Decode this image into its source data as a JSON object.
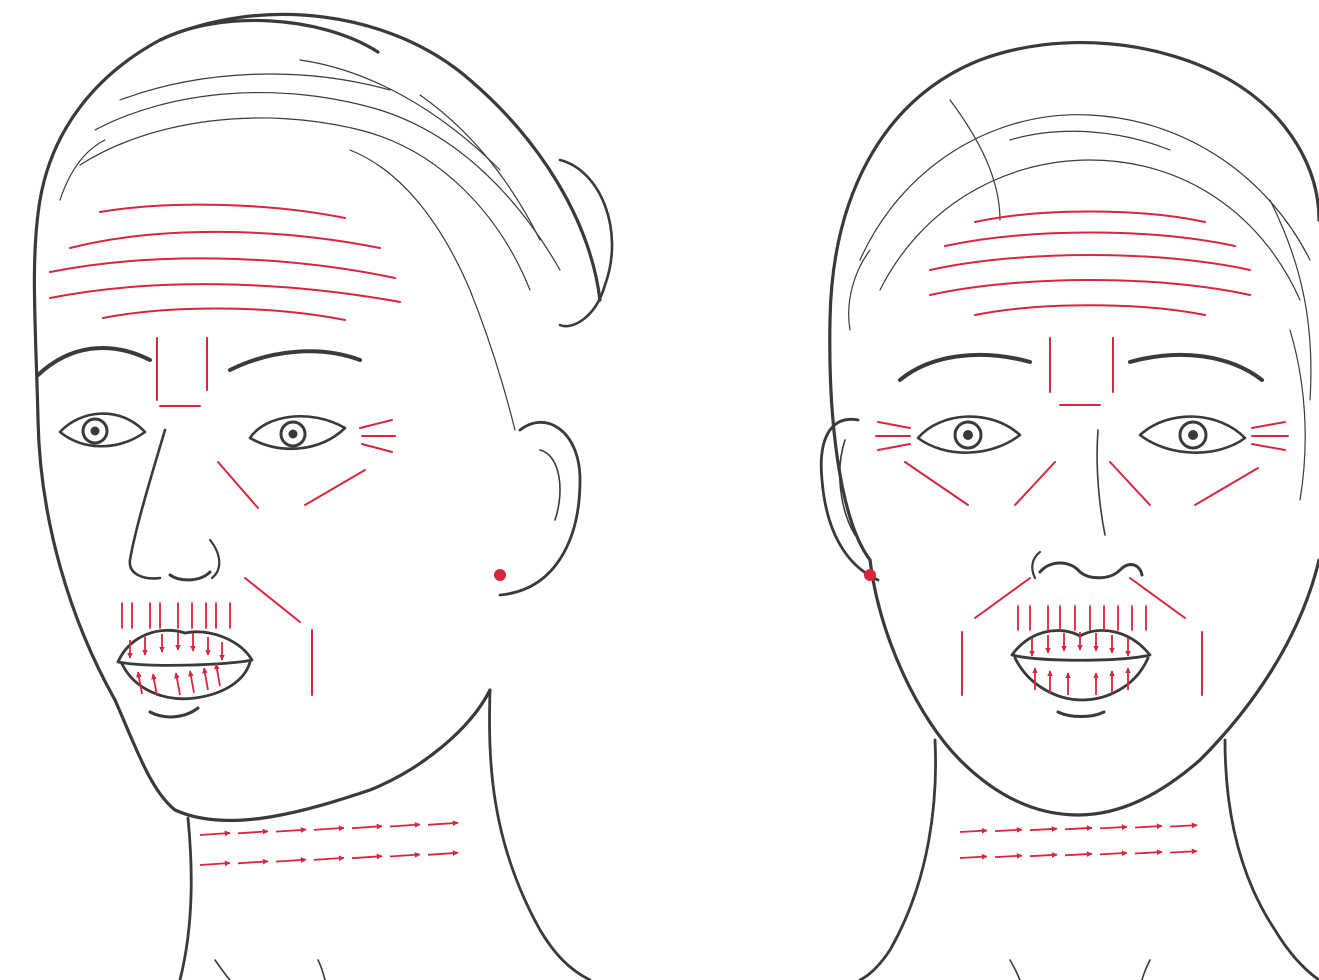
{
  "diagram": {
    "colors": {
      "line": "#3a3a3a",
      "accent": "#d7263d",
      "background": "#ffffff"
    },
    "views": [
      {
        "id": "three-quarter",
        "name": "face-three-quarter-view"
      },
      {
        "id": "front",
        "name": "face-front-view"
      }
    ],
    "markers": {
      "forehead_line_count": 5,
      "neck_arrow_rows": 2,
      "neck_arrows_per_row": 7,
      "upper_lip_arrows": 7,
      "lower_lip_arrows": 6,
      "ear_points": 1
    }
  }
}
